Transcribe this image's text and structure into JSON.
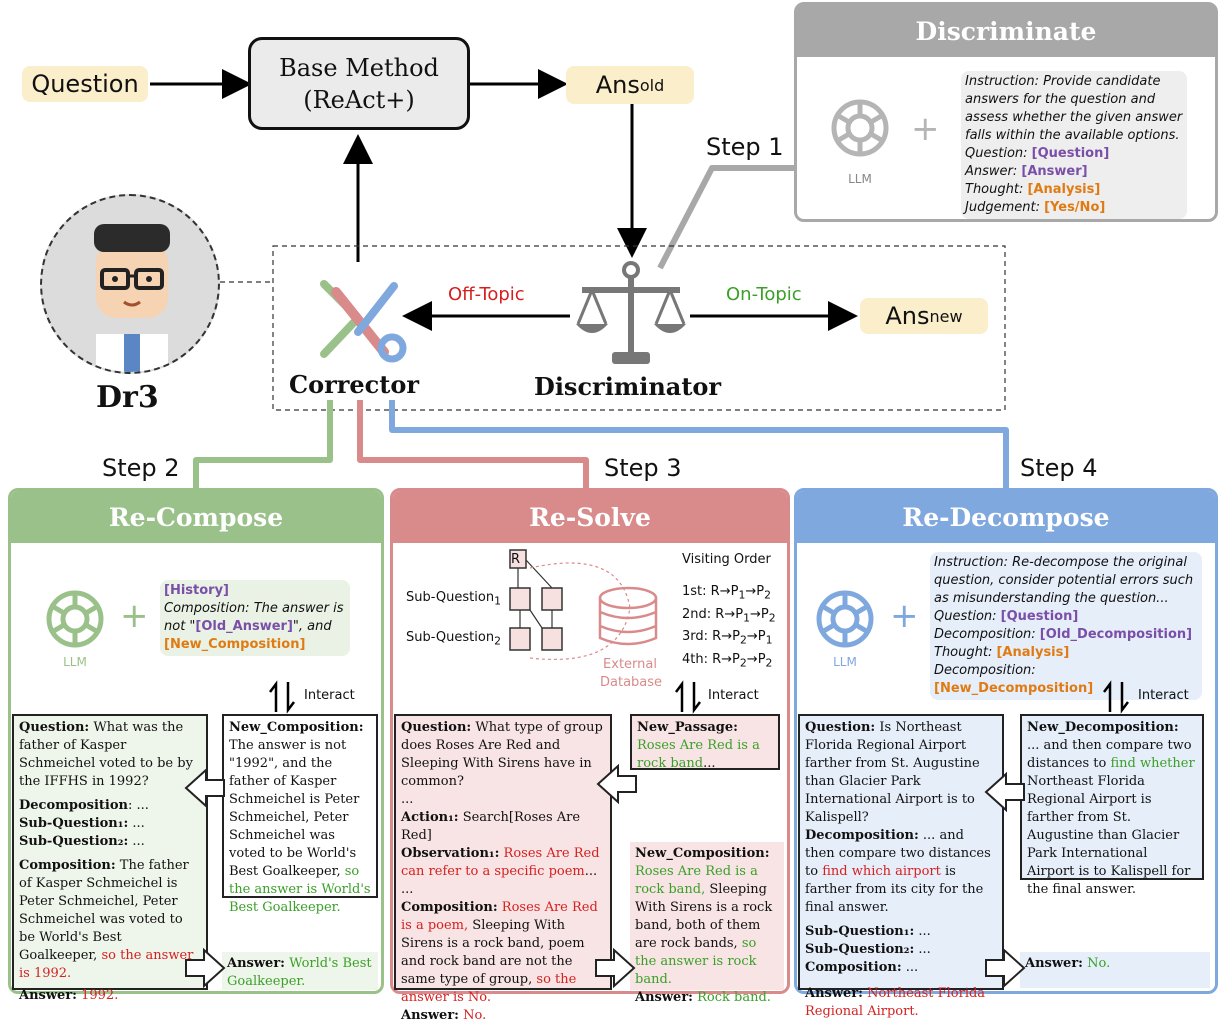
{
  "top": {
    "question": "Question",
    "base_method_line1": "Base Method",
    "base_method_line2": "(ReAct+)",
    "ans_old_main": "Ans",
    "ans_old_sub": "old",
    "ans_new_main": "Ans",
    "ans_new_sub": "new",
    "off_topic": "Off-Topic",
    "on_topic": "On-Topic",
    "corrector": "Corrector",
    "discriminator": "Discriminator",
    "dr3": "Dr3"
  },
  "steps": {
    "s1": "Step 1",
    "s2": "Step 2",
    "s3": "Step 3",
    "s4": "Step 4"
  },
  "discriminate": {
    "title": "Discriminate",
    "llm": "LLM",
    "instruction": "Instruction: Provide candidate answers for the question and assess whether the given answer falls within the available options.",
    "q_label": "Question:",
    "q_val": "[Question]",
    "a_label": "Answer:",
    "a_val": "[Answer]",
    "t_label": "Thought:",
    "t_val": "[Analysis]",
    "j_label": "Judgement:",
    "j_val": "[Yes/No]"
  },
  "recompose": {
    "title": "Re-Compose",
    "llm": "LLM",
    "prompt_history": "[History]",
    "prompt_line": "Composition: The answer is not \"",
    "prompt_old": "[Old_Answer]",
    "prompt_mid": "\", and",
    "prompt_new": "[New_Composition]",
    "interact": "Interact",
    "q_label": "Question:",
    "q_text": "What was the father of Kasper Schmeichel voted to be by the IFFHS in 1992?",
    "decomp_label": "Decomposition",
    "decomp_text": ": ...",
    "sq1_label": "Sub-Question₁:",
    "sq1_text": " ...",
    "sq2_label": "Sub-Question₂:",
    "sq2_text": " ...",
    "comp_label": "Composition:",
    "comp_text": "The father of Kasper Schmeichel is Peter Schmeichel, Peter Schmeichel was voted to be World's Best Goalkeeper,",
    "comp_red": "so the answer is 1992.",
    "ans_label": "Answer:",
    "ans_val": "1992.",
    "new_label": "New_Composition:",
    "new_text": "The answer is not \"1992\", and the father of Kasper Schmeichel is Peter Schmeichel, Peter Schmeichel was voted to be World's Best Goalkeeper,",
    "new_green": "so the answer is World's Best Goalkeeper.",
    "final_label": "Answer:",
    "final_val": "World's Best Goalkeeper."
  },
  "resolve": {
    "title": "Re-Solve",
    "r_node": "R",
    "sq1": "Sub-Question",
    "sq2": "Sub-Question",
    "visiting_order": "Visiting Order",
    "orders": [
      "1st:",
      "2nd:",
      "3rd:",
      "4th:"
    ],
    "external": "External",
    "database": "Database",
    "interact": "Interact",
    "q_label": "Question:",
    "q_text": "What type of group does Roses Are Red and Sleeping With Sirens have in common?",
    "dots": "...",
    "act_label": "Action₁:",
    "act_text": "Search[Roses Are Red]",
    "obs_label": "Observation₁:",
    "obs_red": "Roses Are Red can refer to a specific poem",
    "obs_tail": "...",
    "dots2": "...",
    "comp_label": "Composition:",
    "comp_red": "Roses Are Red is a poem,",
    "comp_text": "Sleeping With Sirens is a rock band, poem and rock band are not the same type of group,",
    "comp_red2": "so the answer is No.",
    "ans_label": "Answer:",
    "ans_val": "No.",
    "passage_label": "New_Passage:",
    "passage_green": "Roses Are Red is a rock band",
    "passage_tail": "...",
    "newc_label": "New_Composition:",
    "newc_green": "Roses Are Red is a rock band,",
    "newc_text": "Sleeping With Sirens is a rock band, both of them are rock bands,",
    "newc_green2": "so the answer is rock band.",
    "final_label": "Answer:",
    "final_val": "Rock band."
  },
  "redecompose": {
    "title": "Re-Decompose",
    "llm": "LLM",
    "instruction": "Instruction: Re-decompose the original question, consider potential errors such as misunderstanding the question...",
    "q_label": "Question:",
    "q_val": "[Question]",
    "d_label": "Decomposition:",
    "d_val": "[Old_Decomposition]",
    "t_label": "Thought:",
    "t_val": "[Analysis]",
    "n_label": "Decomposition:",
    "n_val": "[New_Decomposition]",
    "interact": "Interact",
    "q_card_label": "Question:",
    "q_card_text": "Is Northeast Florida Regional Airport farther from St. Augustine than Glacier Park International Airport is to Kalispell?",
    "dec_label": "Decomposition:",
    "dec_text": "... and then compare two distances to",
    "dec_red": "find which airport",
    "dec_tail": "is farther from its city for the final answer.",
    "sq1_label": "Sub-Question₁:",
    "sq1_text": " ...",
    "sq2_label": "Sub-Question₂:",
    "sq2_text": " ...",
    "comp_label": "Composition:",
    "comp_text": " ...",
    "ans_label": "Answer:",
    "ans_val": "Northeast Florida Regional Airport.",
    "new_label": "New_Decomposition:",
    "new_text": "... and then compare two distances to",
    "new_green": "find whether",
    "new_tail": "Northeast Florida Regional Airport is farther from St. Augustine than Glacier Park International Airport is to Kalispell for the final answer.",
    "final_label": "Answer:",
    "final_val": "No."
  },
  "colors": {
    "green": "#9ac18a",
    "red": "#d98b8b",
    "blue": "#7fa8de",
    "gray": "#a8a8a8",
    "pill": "#fbeecb"
  }
}
